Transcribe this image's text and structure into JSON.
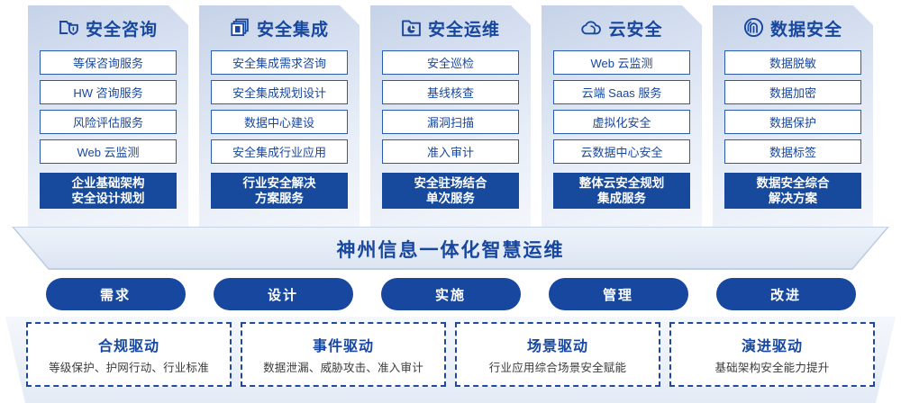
{
  "columns": [
    {
      "icon": "folder-shield-icon",
      "title": "安全咨询",
      "items": [
        "等保咨询服务",
        "HW 咨询服务",
        "风险评估服务",
        "Web 云监测"
      ],
      "highlight": [
        "企业基础架构",
        "安全设计规划"
      ]
    },
    {
      "icon": "stacked-documents-icon",
      "title": "安全集成",
      "items": [
        "安全集成需求咨询",
        "安全集成规划设计",
        "数据中心建设",
        "安全集成行业应用"
      ],
      "highlight": [
        "行业安全解决",
        "方案服务"
      ]
    },
    {
      "icon": "folder-chart-icon",
      "title": "安全运维",
      "items": [
        "安全巡检",
        "基线核查",
        "漏洞扫描",
        "准入审计"
      ],
      "highlight": [
        "安全驻场结合",
        "单次服务"
      ]
    },
    {
      "icon": "cloud-icon",
      "title": "云安全",
      "items": [
        "Web 云监测",
        "云端 Saas 服务",
        "虚拟化安全",
        "云数据中心安全"
      ],
      "highlight": [
        "整体云安全规划",
        "集成服务"
      ]
    },
    {
      "icon": "fingerprint-icon",
      "title": "数据安全",
      "items": [
        "数据脱敏",
        "数据加密",
        "数据保护",
        "数据标签"
      ],
      "highlight": [
        "数据安全综合",
        "解决方案"
      ]
    }
  ],
  "banner": {
    "text": "神州信息一体化智慧运维"
  },
  "pills": [
    {
      "label": "需求"
    },
    {
      "label": "设计"
    },
    {
      "label": "实施"
    },
    {
      "label": "管理"
    },
    {
      "label": "改进"
    }
  ],
  "drivers": [
    {
      "title": "合规驱动",
      "subtitle": "等级保护、护网行动、行业标准"
    },
    {
      "title": "事件驱动",
      "subtitle": "数据泄漏、威胁攻击、准入审计"
    },
    {
      "title": "场景驱动",
      "subtitle": "行业应用综合场景安全赋能"
    },
    {
      "title": "演进驱动",
      "subtitle": "基础架构安全能力提升"
    }
  ],
  "colors": {
    "brand_blue": "#17479e",
    "border_blue": "#2b5bab",
    "card_top": "#c6d2e8",
    "card_bottom": "#f3f6fb",
    "text_dark": "#3b3b3b"
  }
}
